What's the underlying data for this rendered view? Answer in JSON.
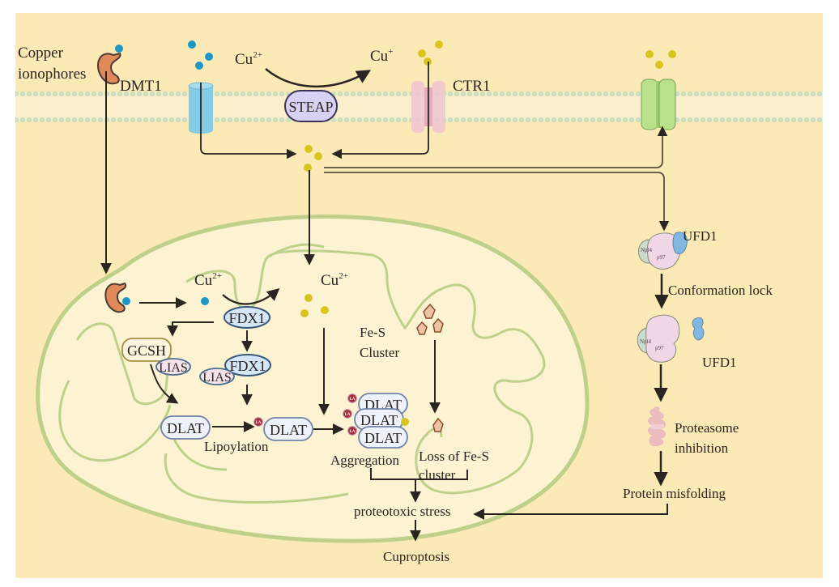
{
  "title": "Mechanism of cuproptosis",
  "colors": {
    "background": "#fbeab5",
    "membrane_heads": "#c9dfc2",
    "mito_outer": "#bfd08a",
    "mito_fill": "#fbf3d2",
    "copper_ion_cu1": "#d8c61f",
    "copper_ion_cu2": "#1e96c8",
    "ionophore": "#e08a5c",
    "dmt1_channel": "#86cce6",
    "ctr1_channel": "#eec7cf",
    "atp7_channel": "#b9e08a",
    "steap_fill": "#d7d2f4",
    "fdx1_fill": "#d5e6f6",
    "lias_fill": "#f4e4ea",
    "dlat_fill": "#eef3fb",
    "gcsh_fill": "#fdf6dd",
    "fes_cluster": "#edc3a5",
    "p97_fill": "#f0d6e6",
    "npl4_fill": "#c9dccd",
    "ufd1_fill": "#7fb8e0",
    "proteasome": "#e8b6c0",
    "arrow": "#2b2522"
  },
  "labels": {
    "copper_ionophores": [
      "Copper",
      "ionophores"
    ],
    "dmt1": "DMT1",
    "cu2_extracellular": "Cu",
    "cu2_sup": "2+",
    "cu1_extracellular": "Cu",
    "cu1_sup": "+",
    "steap": "STEAP",
    "ctr1": "CTR1",
    "cu2_mito_left": "Cu",
    "cu2_mito_left_sup": "2+",
    "cu2_mito_center": "Cu",
    "cu2_mito_center_sup": "2+",
    "fdx1_top": "FDX1",
    "fdx1_bottom": "FDX1",
    "gcsh": "GCSH",
    "lias_left": "LIAS",
    "lias_bottom": "LIAS",
    "dlat_unlipoylated": "DLAT",
    "dlat_lipoylated": "DLAT",
    "dlat_aggregate": [
      "DLAT",
      "DLAT",
      "DLAT"
    ],
    "la_marker": "LA",
    "lipoylation": "Lipoylation",
    "aggregation": "Aggregation",
    "fes_cluster": [
      "Fe-S",
      "Cluster"
    ],
    "loss_fes": [
      "Loss of Fe-S",
      "cluster"
    ],
    "proteotoxic_stress": "proteotoxic stress",
    "cuproptosis": "Cuproptosis",
    "ufd1_bound": "UFD1",
    "ufd1_released": "UFD1",
    "npl4": "Npl4",
    "p97": "p97",
    "conformation_lock": "Conformation lock",
    "proteasome_inhibition": [
      "Proteasome",
      "inhibition"
    ],
    "protein_misfolding": "Protein misfolding"
  }
}
